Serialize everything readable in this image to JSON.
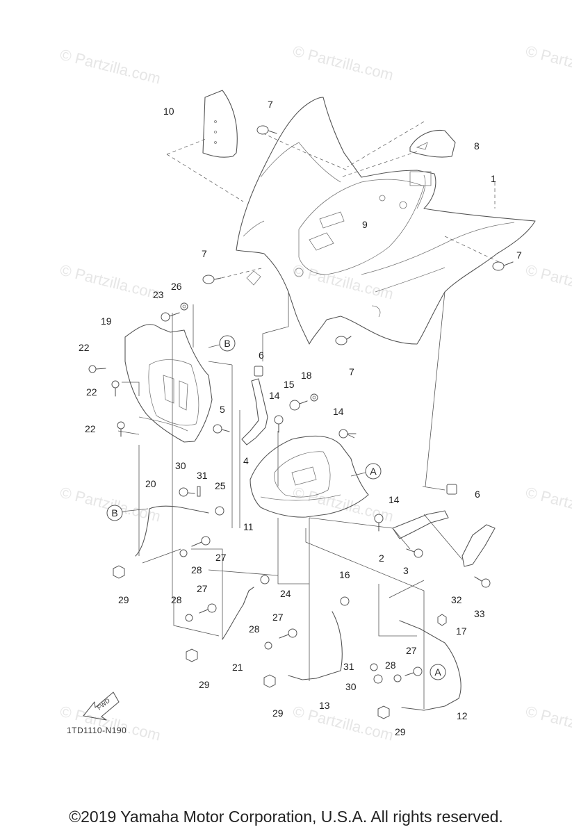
{
  "watermark_text": "© Partzilla.com",
  "callouts": [
    {
      "label": "1"
    },
    {
      "label": "2"
    },
    {
      "label": "3"
    },
    {
      "label": "4"
    },
    {
      "label": "5"
    },
    {
      "label": "6"
    },
    {
      "label": "6"
    },
    {
      "label": "7"
    },
    {
      "label": "7"
    },
    {
      "label": "7"
    },
    {
      "label": "7"
    },
    {
      "label": "8"
    },
    {
      "label": "9"
    },
    {
      "label": "10"
    },
    {
      "label": "11"
    },
    {
      "label": "12"
    },
    {
      "label": "13"
    },
    {
      "label": "14"
    },
    {
      "label": "14"
    },
    {
      "label": "14"
    },
    {
      "label": "15"
    },
    {
      "label": "16"
    },
    {
      "label": "17"
    },
    {
      "label": "18"
    },
    {
      "label": "19"
    },
    {
      "label": "20"
    },
    {
      "label": "21"
    },
    {
      "label": "22"
    },
    {
      "label": "22"
    },
    {
      "label": "22"
    },
    {
      "label": "23"
    },
    {
      "label": "24"
    },
    {
      "label": "25"
    },
    {
      "label": "26"
    },
    {
      "label": "27"
    },
    {
      "label": "27"
    },
    {
      "label": "27"
    },
    {
      "label": "27"
    },
    {
      "label": "28"
    },
    {
      "label": "28"
    },
    {
      "label": "28"
    },
    {
      "label": "28"
    },
    {
      "label": "29"
    },
    {
      "label": "29"
    },
    {
      "label": "29"
    },
    {
      "label": "29"
    },
    {
      "label": "30"
    },
    {
      "label": "30"
    },
    {
      "label": "31"
    },
    {
      "label": "31"
    },
    {
      "label": "32"
    },
    {
      "label": "33"
    }
  ],
  "reference_markers": [
    {
      "label": "B"
    },
    {
      "label": "B"
    },
    {
      "label": "A"
    },
    {
      "label": "A"
    }
  ],
  "fwd_label": "FWD",
  "diagram_code": "1TD1110-N190",
  "copyright": "©2019 Yamaha Motor Corporation, U.S.A. All rights reserved."
}
